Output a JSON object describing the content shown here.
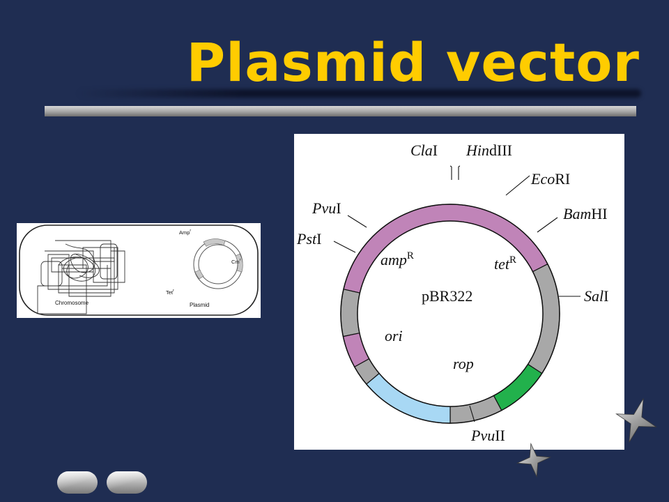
{
  "slide": {
    "title": "Plasmid vector"
  },
  "cell_diagram": {
    "chromosome_label": "Chromosome",
    "plasmid_label": "Plasmid",
    "amp_label": "Amp",
    "cm_label": "Cm",
    "tet_label": "Tet",
    "superscript": "r"
  },
  "plasmid_map": {
    "center_label": "pBR322",
    "genes": {
      "amp": "amp",
      "amp_sup": "R",
      "tet": "tet",
      "tet_sup": "R",
      "ori": "ori",
      "rop": "rop"
    },
    "sites": {
      "cla": {
        "italic": "Cla",
        "roman": "I"
      },
      "hind": {
        "italic": "Hin",
        "roman": "dIII"
      },
      "eco": {
        "italic": "Eco",
        "roman": "RI"
      },
      "bam": {
        "italic": "Bam",
        "roman": "HI"
      },
      "sal": {
        "italic": "Sal",
        "roman": "I"
      },
      "pvu2": {
        "italic": "Pvu",
        "roman": "II"
      },
      "pst": {
        "italic": "Pst",
        "roman": "I"
      },
      "pvu1": {
        "italic": "Pvu",
        "roman": "I"
      }
    }
  },
  "colors": {
    "title": "#ffcc00",
    "background": "#1f2d52",
    "segment_tet_amp": "#c084b8",
    "segment_gray": "#a8a8a8",
    "segment_ori": "#a8d8f4",
    "segment_rop": "#22b14c"
  },
  "icons": [
    "left-arrow-icon",
    "right-arrow-icon",
    "star-icon"
  ]
}
